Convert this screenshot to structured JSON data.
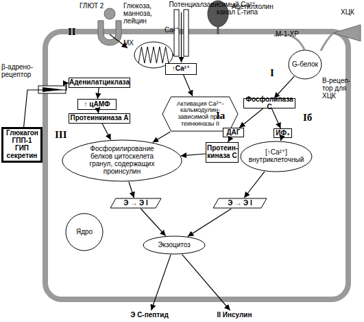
{
  "diagram": {
    "nodes": [
      {
        "text": [
          "МХ"
        ]
      },
      {
        "text": [
          "G-белок"
        ]
      },
      {
        "text": [
          "↑Ca²⁺"
        ]
      },
      {
        "text": [
          "Аденилатциклаза"
        ]
      },
      {
        "text": [
          "↑ цАМФ"
        ]
      },
      {
        "text": [
          "Фосфолипаза С"
        ]
      },
      {
        "text": [
          "Активация Ca²⁺- кальмодулин- зависимой про- теинкиназы II"
        ]
      },
      {
        "text": [
          "Протеинкиназа А"
        ]
      },
      {
        "text": [
          "Глюкагон ГПП-1 ГИП секретин"
        ]
      },
      {
        "text": [
          "ДАГ"
        ]
      },
      {
        "text": [
          "ИФ₃"
        ]
      },
      {
        "text": [
          "Фосфорилирование белков цитоскелета гранул, содержащих проинсулин"
        ]
      },
      {
        "text": [
          "Протеин- киназа С"
        ]
      },
      {
        "text": [
          "[↑Ca²⁺] внутриклеточный"
        ]
      },
      {
        "text": [
          "Э → Э I"
        ]
      },
      {
        "text": [
          "Э → Э I"
        ]
      },
      {
        "text": [
          "Ядро"
        ]
      },
      {
        "text": [
          "Экзоцитоз"
        ]
      },
      {
        "text": [
          "Э С-пептид"
        ]
      },
      {
        "text": [
          "II Инсулин"
        ]
      }
    ],
    "edges": [
      {
        "from": 2,
        "to": 6,
        "arrow": "to"
      },
      {
        "from": 6,
        "to": 11,
        "arrow": "to"
      },
      {
        "from": 3,
        "to": 4,
        "arrow": "to"
      },
      {
        "from": 4,
        "to": 7,
        "arrow": "to"
      },
      {
        "from": 7,
        "to": 11,
        "arrow": "to"
      },
      {
        "from": 8,
        "to": 3,
        "arrow": "to"
      },
      {
        "from": 1,
        "to": 5,
        "arrow": "to"
      },
      {
        "from": 5,
        "to": 9,
        "arrow": "to"
      },
      {
        "from": 5,
        "to": 10,
        "arrow": "to"
      },
      {
        "from": 9,
        "to": 12,
        "arrow": "to"
      },
      {
        "from": 10,
        "to": 13,
        "arrow": "to"
      },
      {
        "from": 12,
        "to": 11,
        "arrow": "to"
      },
      {
        "from": 11,
        "to": 14,
        "arrow": "to"
      },
      {
        "from": 13,
        "to": 15,
        "arrow": "to"
      },
      {
        "from": 14,
        "to": 17,
        "arrow": "to"
      },
      {
        "from": 15,
        "to": 17,
        "arrow": "to"
      },
      {
        "from": 17,
        "to": 18,
        "arrow": "to"
      },
      {
        "from": 17,
        "to": 19,
        "arrow": "to"
      }
    ],
    "labels": [
      "ГЛЮТ 2",
      "Глюкоза, манноза, лейцин",
      "Потенциалзависимый Ca²⁺- канал L-типа",
      "Ca²⁺",
      "Ацетилхолин",
      "М-1-ХР",
      "ХЦК",
      "В-рецеп- тор для ХЦК",
      "β-адрено- рецептор",
      "II",
      "I",
      "Iа",
      "Iб",
      "III"
    ]
  }
}
